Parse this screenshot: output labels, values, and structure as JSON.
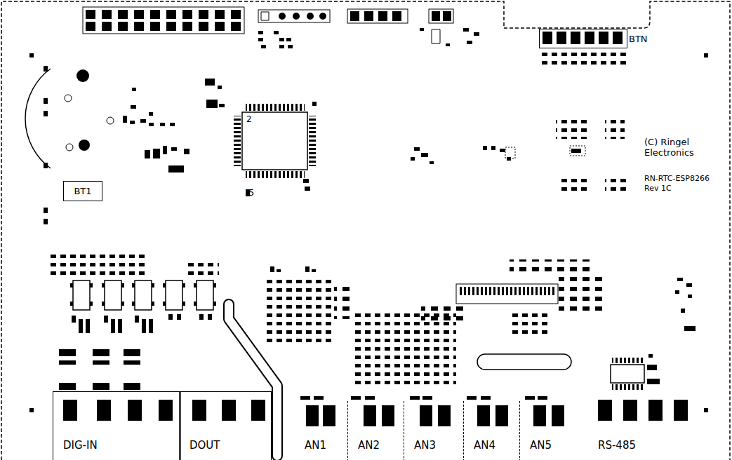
{
  "diagram": {
    "nodes": [
      {
        "text": [
          "BTN"
        ]
      },
      {
        "text": [
          "BT1"
        ]
      },
      {
        "text": [
          "DIG-IN"
        ]
      },
      {
        "text": [
          "DOUT"
        ]
      },
      {
        "text": [
          "AN1"
        ]
      },
      {
        "text": [
          "AN2"
        ]
      },
      {
        "text": [
          "AN3"
        ]
      },
      {
        "text": [
          "AN4"
        ]
      },
      {
        "text": [
          "AN5"
        ]
      },
      {
        "text": [
          "RS-485"
        ]
      }
    ],
    "labels": [
      "2",
      "5",
      "(C) Ringel Electronics",
      "RN-RTC-ESP8266",
      "Rev 1C"
    ]
  }
}
